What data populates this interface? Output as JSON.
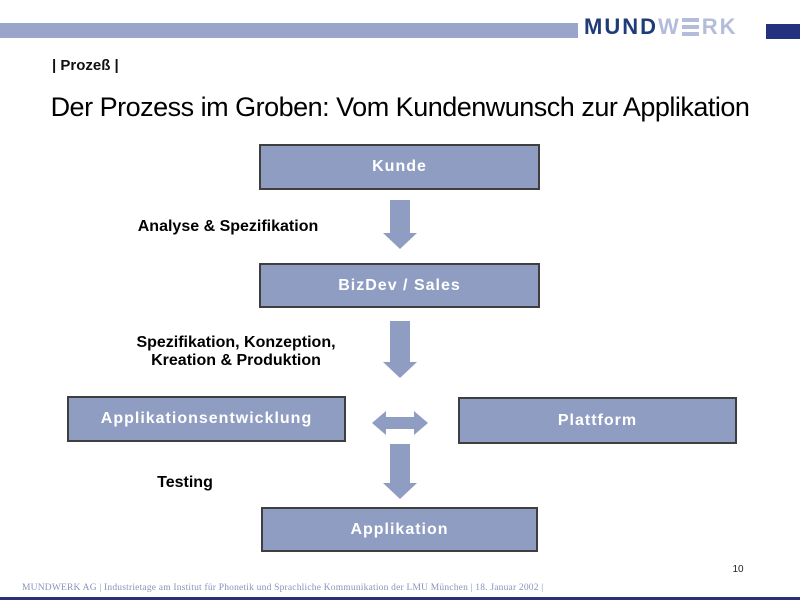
{
  "header": {
    "logo": {
      "part_dark": "MUND",
      "part_light_w": "W",
      "part_light_rk": "RK",
      "stylized_e": "three horizontal bars"
    },
    "slide_tag": "| Prozeß |"
  },
  "title": "Der Prozess im Groben: Vom Kundenwunsch zur Applikation",
  "diagram": {
    "boxes": {
      "kunde": "Kunde",
      "bizdev": "BizDev / Sales",
      "appdev": "Applikationsentwicklung",
      "plattform": "Plattform",
      "applikation": "Applikation"
    },
    "labels": {
      "analyse": "Analyse & Spezifikation",
      "spez_line1": "Spezifikation, Konzeption,",
      "spez_line2": "Kreation & Produktion",
      "testing": "Testing"
    },
    "flow": [
      "Kunde -> BizDev / Sales (Analyse & Spezifikation)",
      "BizDev / Sales -> Applikationsentwicklung (Spezifikation, Konzeption, Kreation & Produktion)",
      "Applikationsentwicklung <-> Plattform",
      "Applikationsentwicklung -> Applikation (Testing)"
    ]
  },
  "icons": {
    "down_arrow": "block arrow pointing down",
    "double_arrow": "horizontal double-headed block arrow"
  },
  "footer": {
    "text": "MUNDWERK AG | Industrietage am Institut für Phonetik und Sprachliche Kommunikation der LMU München | 18. Januar 2002 |",
    "page_number": "10"
  },
  "colors": {
    "box_fill": "#8f9dc2",
    "box_border": "#3f3f3f",
    "header_bar": "#9aa6c9",
    "logo_dark": "#1f3b78",
    "logo_light": "#b3bddb",
    "logo_block": "#24317e",
    "footer_text": "#8a93bb",
    "bottom_line": "#2a3178"
  }
}
